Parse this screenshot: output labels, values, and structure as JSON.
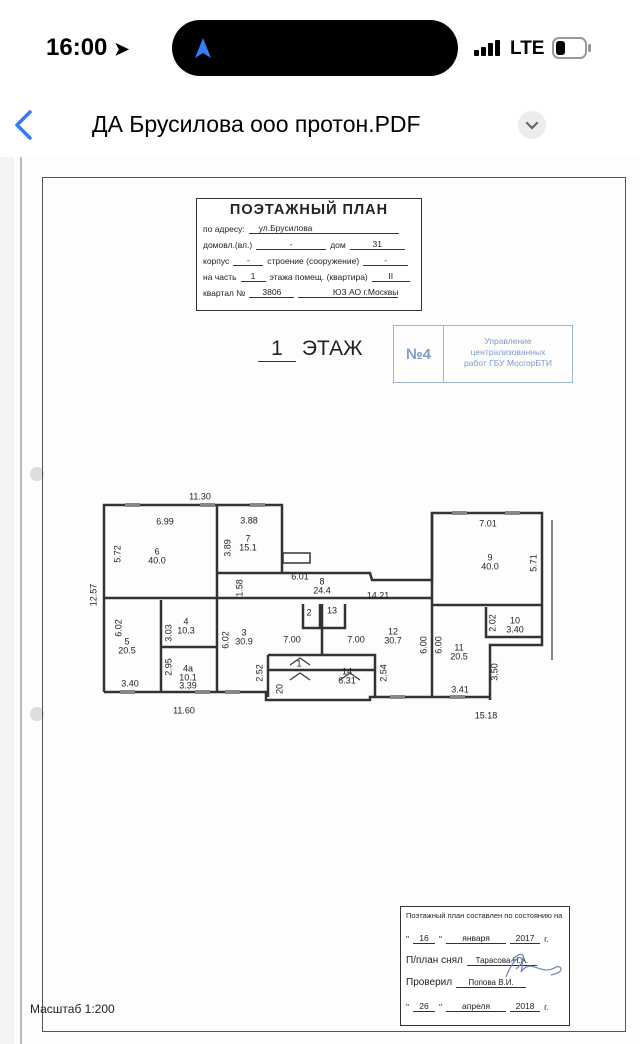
{
  "status": {
    "time": "16:00",
    "network": "LTE"
  },
  "nav": {
    "title": "ДА Брусилова ооо протон.PDF"
  },
  "doc": {
    "header_box": {
      "title": "ПОЭТАЖНЫЙ ПЛАН",
      "address_label": "по адресу:",
      "address": "ул.Брусилова",
      "domovl_label": "домовл.(вл.)",
      "domovl": "-",
      "dom_label": "дом",
      "dom": "31",
      "korpus_label": "корпус",
      "korpus": "-",
      "stroenie_label": "строение (сооружение)",
      "stroenie": "-",
      "chast_label": "на часть",
      "chast": "1",
      "etazh_label": "этажа помещ. (квартира)",
      "pomeshch": "II",
      "kvartal_label": "квартал №",
      "kvartal": "3806",
      "okrug": "ЮЗ АО г.Москвы"
    },
    "floor": {
      "number": "1",
      "label": "ЭТАЖ"
    },
    "stamp": {
      "number": "№4",
      "line1": "Управление",
      "line2": "централизованных",
      "line3": "работ ГБУ МосгорБТИ"
    },
    "plan": {
      "rooms": [
        {
          "num": "6",
          "area": "40.0"
        },
        {
          "num": "7",
          "area": "15.1"
        },
        {
          "num": "8",
          "area": "24.4"
        },
        {
          "num": "9",
          "area": "40.0"
        },
        {
          "num": "5",
          "area": "20.5"
        },
        {
          "num": "4",
          "area": "10.3"
        },
        {
          "num": "3",
          "area": "30.9"
        },
        {
          "num": "12",
          "area": "30.7"
        },
        {
          "num": "11",
          "area": "20.5"
        },
        {
          "num": "10",
          "area": "3.40"
        },
        {
          "num": "4а",
          "area": "10.1"
        },
        {
          "num": "14",
          "area": "6.31"
        }
      ],
      "small": [
        "2",
        "13",
        "1",
        "20"
      ],
      "dims": [
        "11.30",
        "6.99",
        "3.88",
        "5.72",
        "3.89",
        "6.01",
        "1.58",
        "14.21",
        "7.01",
        "5.71",
        "12.57",
        "6.02",
        "3.03",
        "6.02",
        "7.00",
        "7.00",
        "6.00",
        "6.00",
        "2.02",
        "2.95",
        "3.39",
        "3.40",
        "2.52",
        "2.54",
        "3.50",
        "3.41",
        "11.60",
        "15.18"
      ]
    },
    "scale": "Масштаб 1:200",
    "footer_box": {
      "line1": "Поэтажный план составлен по состоянию на",
      "day1": "16",
      "month1": "января",
      "year1": "2017",
      "g": "г.",
      "surveyed_label": "П/план снял",
      "surveyed": "Тарасова Н.А.",
      "checked_label": "Проверил",
      "checked": "Попова В.И.",
      "day2": "26",
      "month2": "апреля",
      "year2": "2018"
    }
  }
}
